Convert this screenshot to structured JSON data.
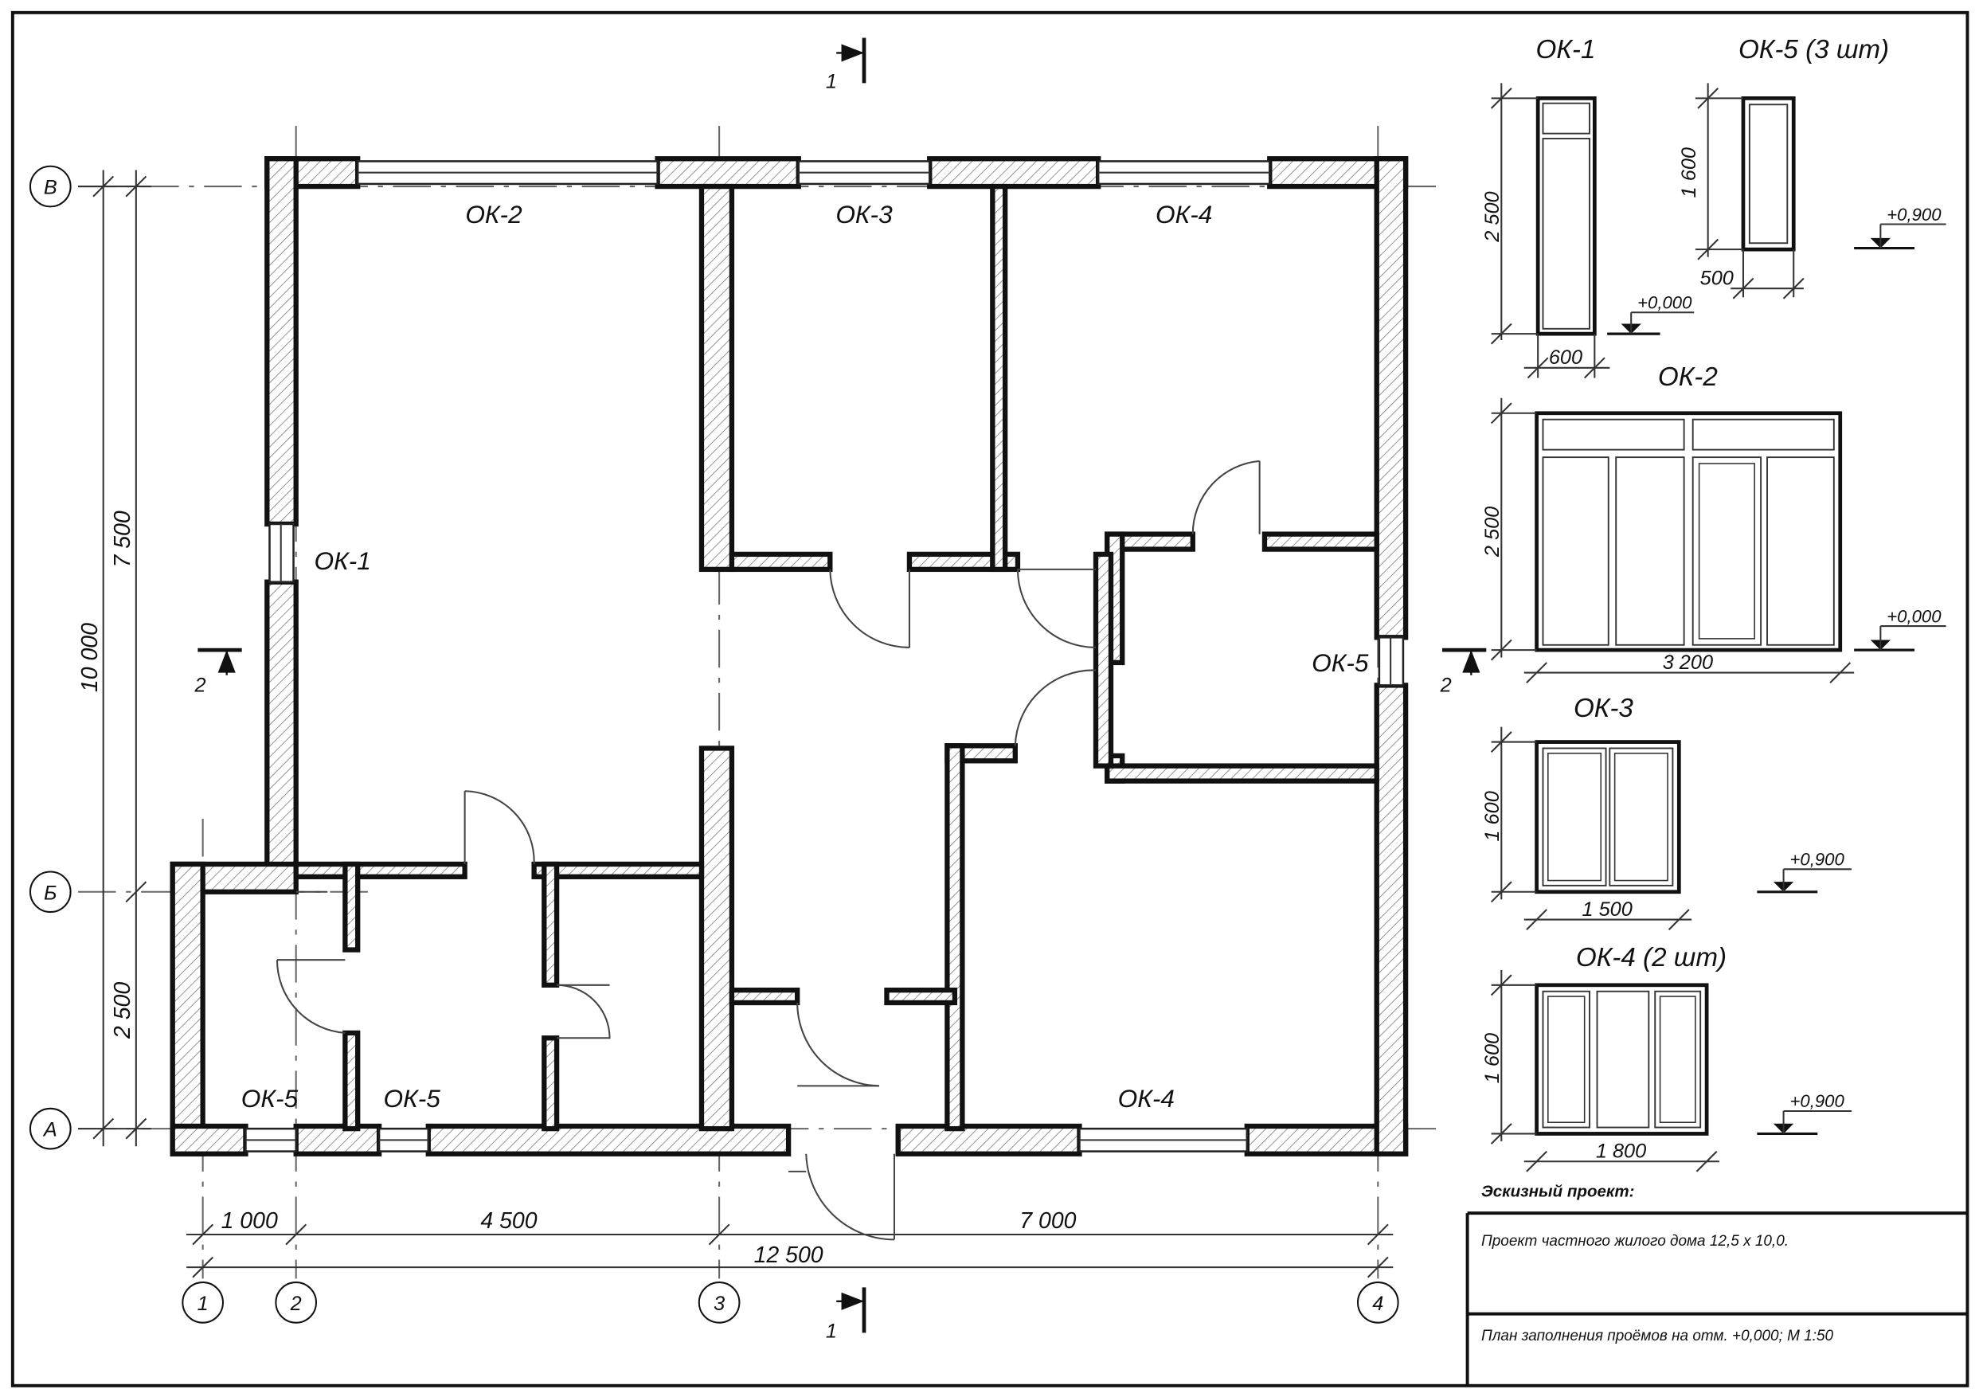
{
  "drawing": {
    "axes_letters": [
      "В",
      "Б",
      "А"
    ],
    "axes_numbers": [
      "1",
      "2",
      "3",
      "4"
    ],
    "dims_left": {
      "total": "10 000",
      "upper": "7 500",
      "lower": "2 500"
    },
    "dims_bottom": {
      "d1": "1 000",
      "d2": "4 500",
      "d3": "7 000",
      "total": "12 500"
    },
    "section_marks": {
      "s1": "1",
      "s2": "2"
    },
    "window_labels": {
      "ok1": "ОК-1",
      "ok2": "ОК-2",
      "ok3": "ОК-3",
      "ok4_top": "ОК-4",
      "ok4_bottom": "ОК-4",
      "ok5_right": "ОК-5",
      "ok5_left_a": "ОК-5",
      "ok5_left_b": "ОК-5"
    }
  },
  "elevations": {
    "ok1": {
      "title": "ОК-1",
      "height": "2 500",
      "width": "600",
      "level": "+0,000"
    },
    "ok5": {
      "title": "ОК-5 (3 шт)",
      "height": "1 600",
      "width": "500",
      "level": "+0,900"
    },
    "ok2": {
      "title": "ОК-2",
      "height": "2 500",
      "width": "3 200",
      "level": "+0,000"
    },
    "ok3": {
      "title": "ОК-3",
      "height": "1 600",
      "width": "1 500",
      "level": "+0,900"
    },
    "ok4": {
      "title": "ОК-4 (2 шт)",
      "height": "1 600",
      "width": "1 800",
      "level": "+0,900"
    }
  },
  "title_block": {
    "stage": "Эскизный проект:",
    "project": "Проект частного жилого дома 12,5 х 10,0.",
    "sheet": "План заполнения проёмов на отм. +0,000; М 1:50"
  }
}
